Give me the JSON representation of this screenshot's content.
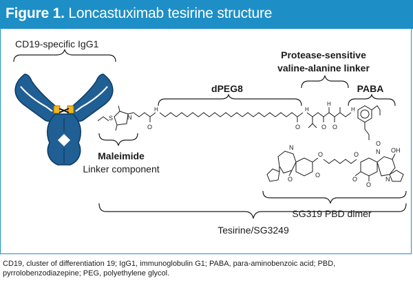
{
  "header": {
    "figure_label": "Figure 1.",
    "title": "Loncastuximab tesirine structure"
  },
  "colors": {
    "header_bg": "#1e8fc6",
    "antibody": "#1f5f94",
    "antibody_outline": "#0e3a63",
    "hinge": "#f2b51a"
  },
  "labels": {
    "antibody": "CD19-specific IgG1",
    "protease_line1": "Protease-sensitive",
    "protease_line2": "valine-alanine linker",
    "dpeg": "dPEG8",
    "paba": "PABA",
    "maleimide": "Maleimide",
    "linker_component": "Linker component",
    "pbd_dimer": "SG319 PBD dimer",
    "tesirine": "Tesirine/SG3249"
  },
  "chem": {
    "s": "S",
    "n": "N",
    "nh": "H",
    "o": "O",
    "oh": "OH"
  },
  "footnote": "CD19, cluster of differentiation 19; IgG1, immunoglobulin G1; PABA, para-aminobenzoic acid; PBD, pyrrolobenzodiazepine; PEG, polyethylene glycol."
}
